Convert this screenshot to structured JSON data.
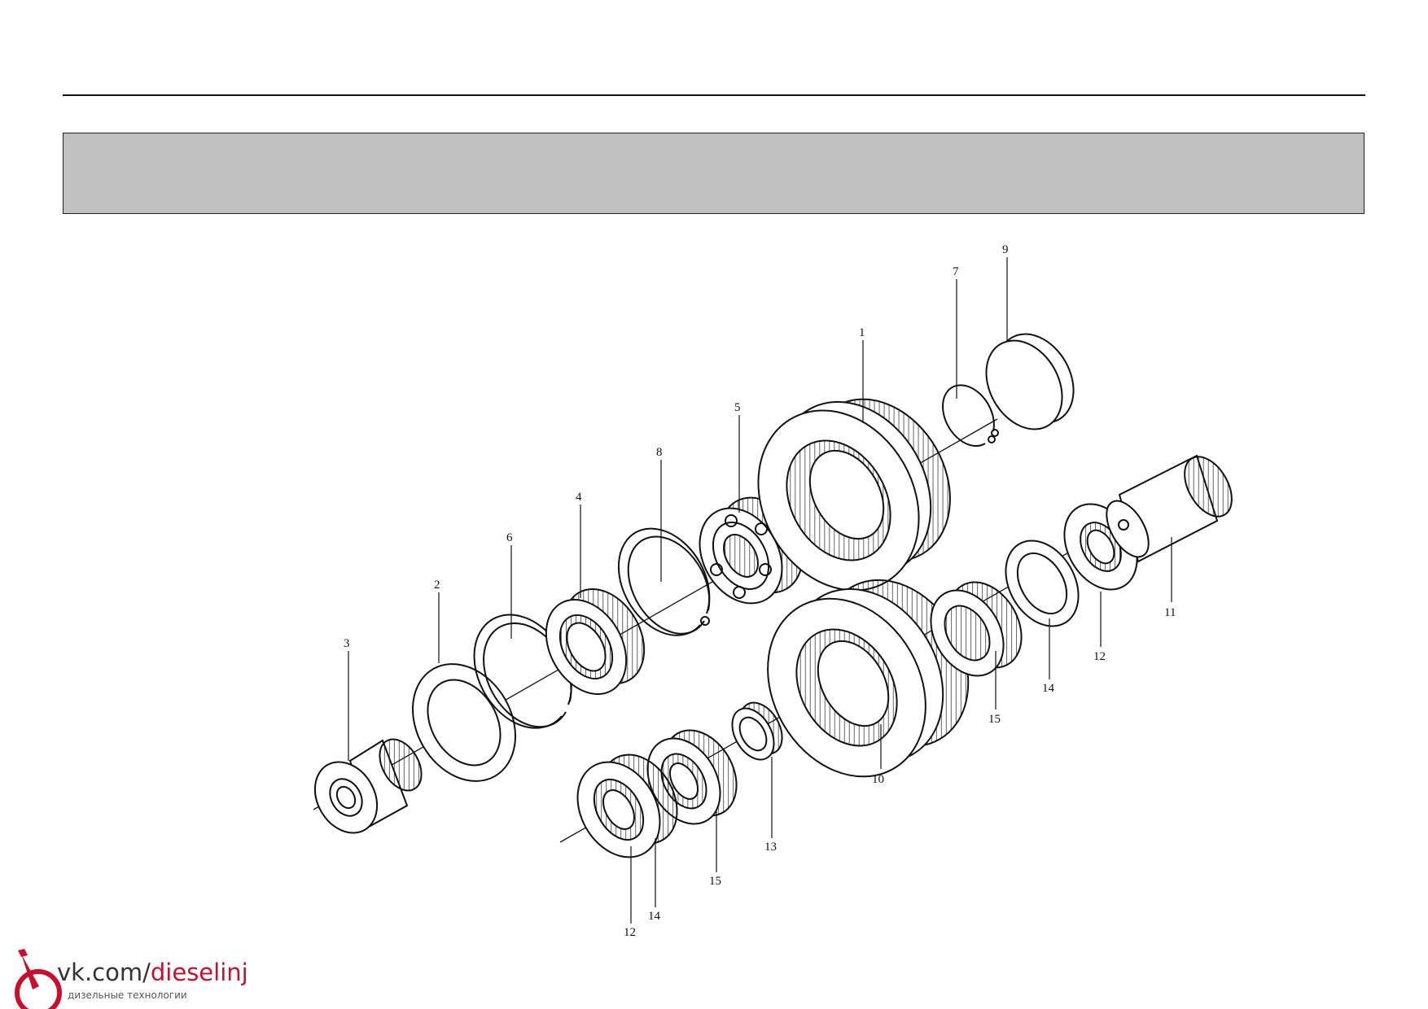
{
  "callouts": {
    "c1": "1",
    "c2": "2",
    "c3": "3",
    "c4": "4",
    "c5": "5",
    "c6": "6",
    "c7": "7",
    "c8": "8",
    "c9": "9",
    "c10": "10",
    "c11": "11",
    "c12a": "12",
    "c12b": "12",
    "c13": "13",
    "c14a": "14",
    "c14b": "14",
    "c15a": "15",
    "c15b": "15"
  },
  "watermark": {
    "domain_prefix": "vk.com/",
    "domain_handle": "dieselinj",
    "tagline": "дизельные технологии",
    "accent_color": "#c8102e"
  },
  "colors": {
    "banner": "#c0c0c0",
    "line": "#111111"
  }
}
